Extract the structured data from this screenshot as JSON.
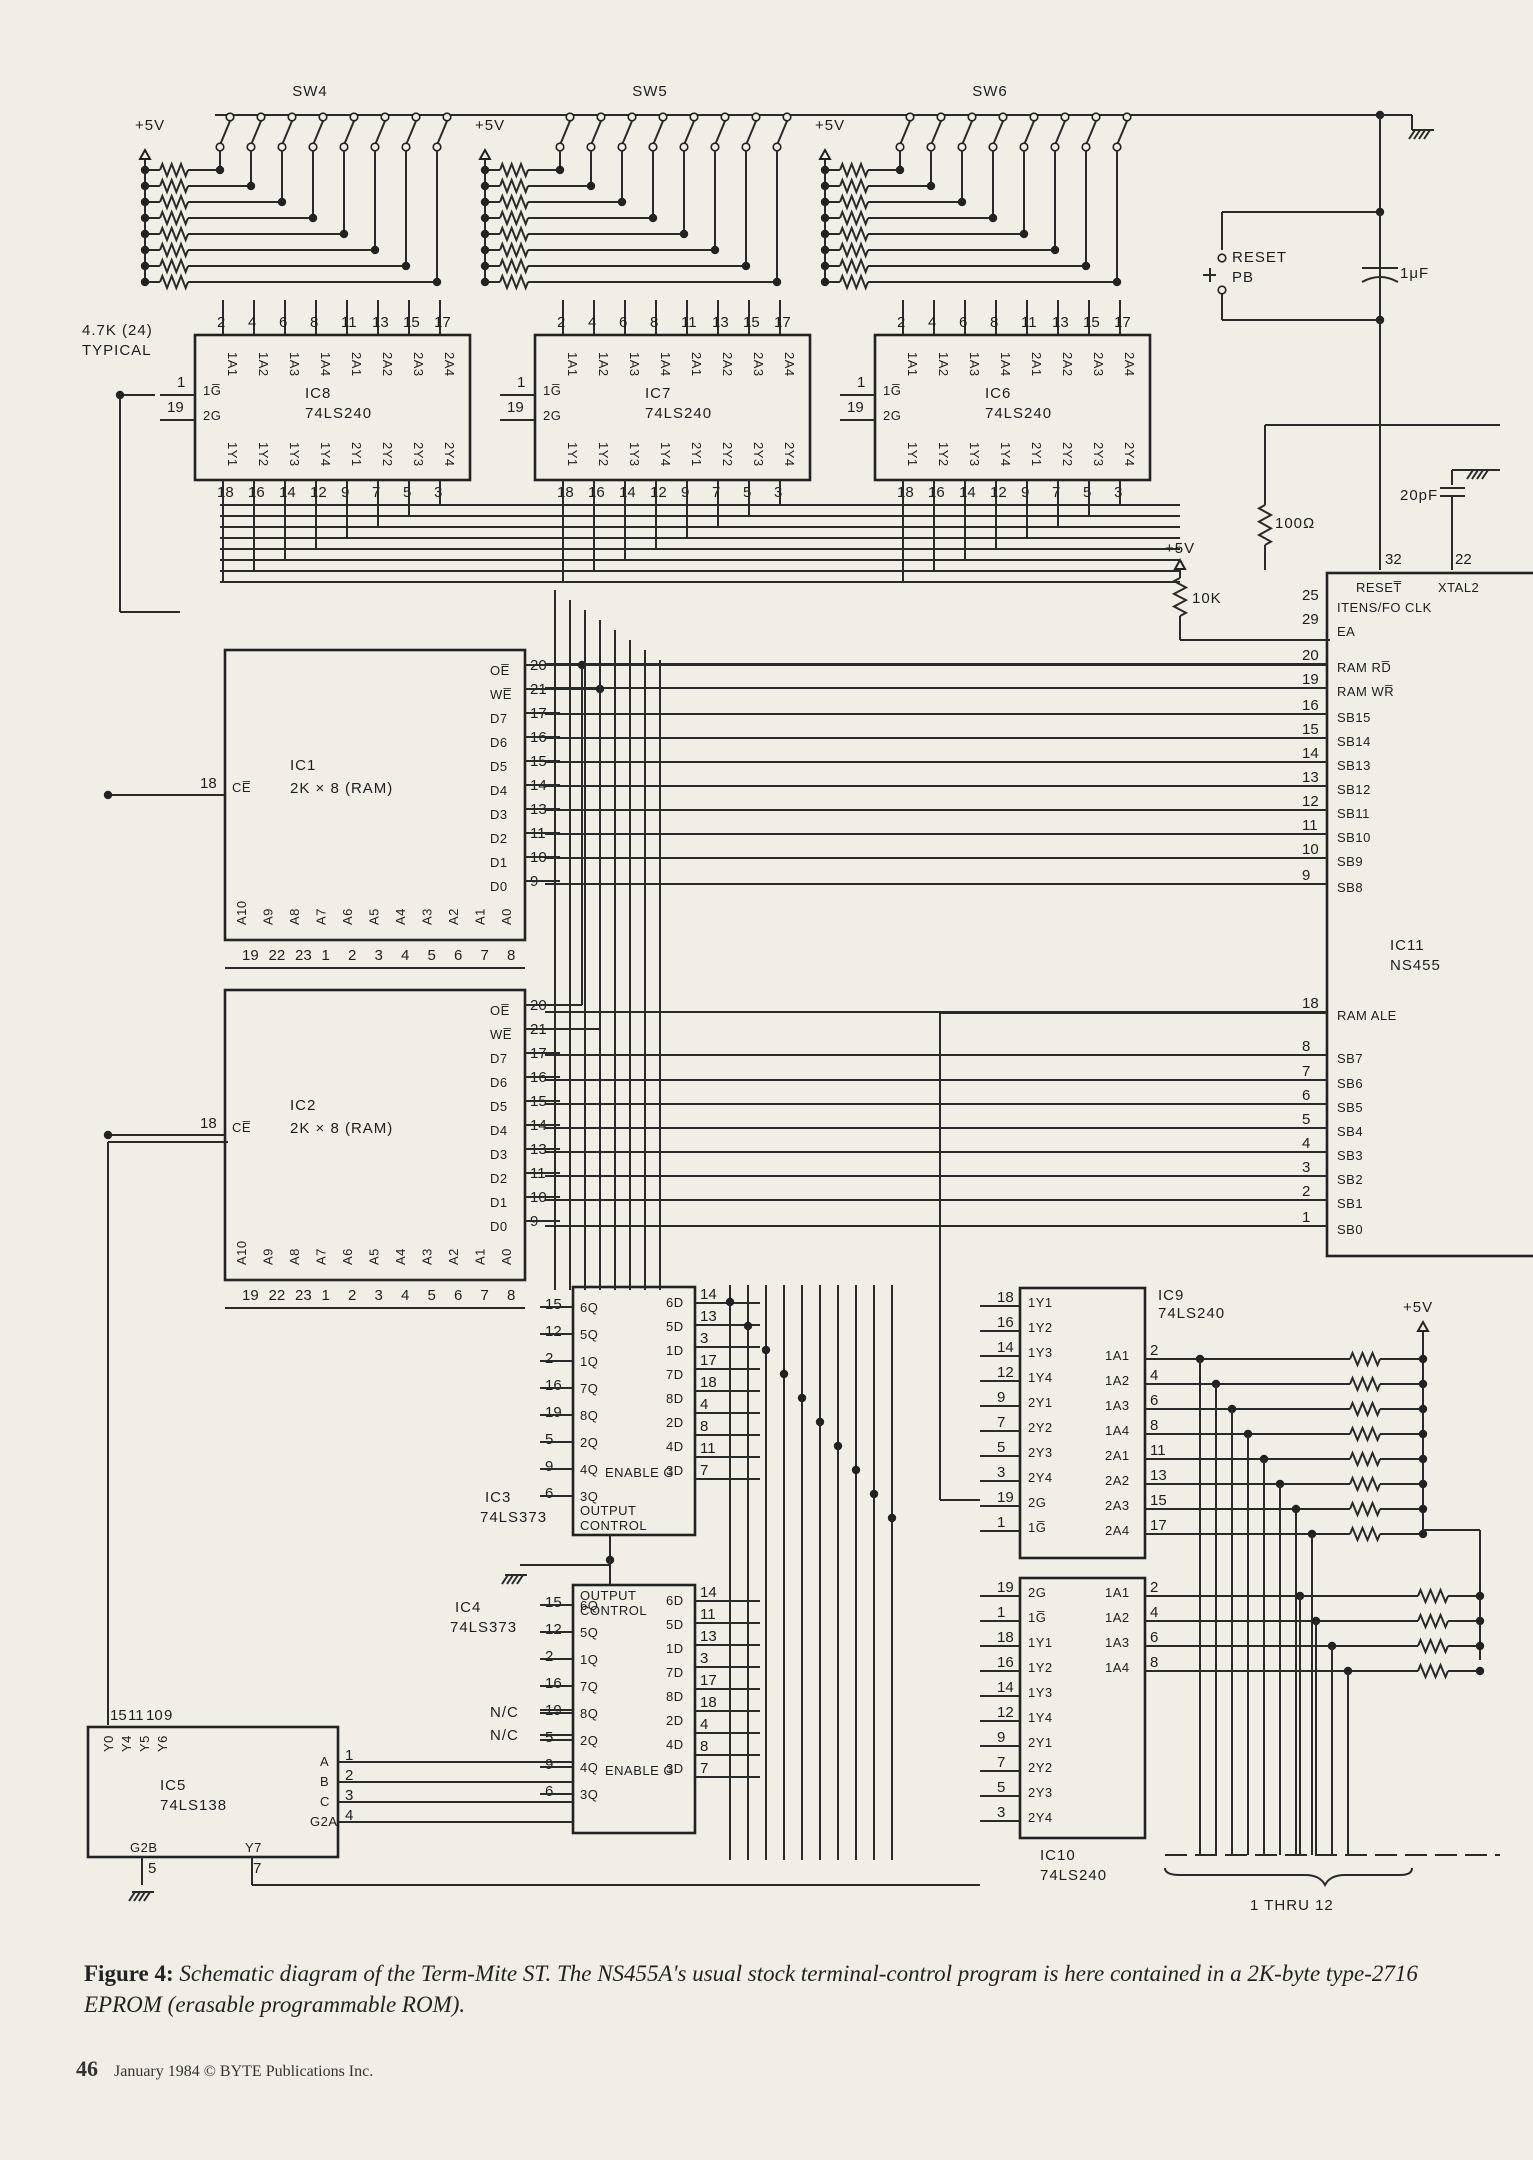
{
  "switches": [
    "SW4",
    "SW5",
    "SW6"
  ],
  "supply": "+5V",
  "resistor_note": [
    "4.7K (24)",
    "TYPICAL"
  ],
  "reset": [
    "RESET",
    "PB"
  ],
  "cap_reset": "1μF",
  "r100": "100Ω",
  "r10k": "10K",
  "cap20": "20pF",
  "ics": {
    "ic8": {
      "name": "IC8",
      "part": "74LS240"
    },
    "ic7": {
      "name": "IC7",
      "part": "74LS240"
    },
    "ic6": {
      "name": "IC6",
      "part": "74LS240"
    },
    "ic1": {
      "name": "IC1",
      "part": "2K × 8 (RAM)"
    },
    "ic2": {
      "name": "IC2",
      "part": "2K × 8 (RAM)"
    },
    "ic3": {
      "name": "IC3",
      "part": "74LS373"
    },
    "ic4": {
      "name": "IC4",
      "part": "74LS373"
    },
    "ic5": {
      "name": "IC5",
      "part": "74LS138"
    },
    "ic9": {
      "name": "IC9",
      "part": "74LS240"
    },
    "ic10": {
      "name": "IC10",
      "part": "74LS240"
    },
    "ic11": {
      "name": "IC11",
      "part": "NS455"
    }
  },
  "buf_top_pins": [
    "1A1",
    "1A2",
    "1A3",
    "1A4",
    "2A1",
    "2A2",
    "2A3",
    "2A4"
  ],
  "buf_bot_pins": [
    "1Y1",
    "1Y2",
    "1Y3",
    "1Y4",
    "2Y1",
    "2Y2",
    "2Y3",
    "2Y4"
  ],
  "buf_top_nums": [
    "2",
    "4",
    "6",
    "8",
    "11",
    "13",
    "15",
    "17"
  ],
  "buf_bot_nums": [
    "18",
    "16",
    "14",
    "12",
    "9",
    "7",
    "5",
    "3"
  ],
  "buf_enable": [
    "1G̅",
    "2G"
  ],
  "ram_right_pins": [
    "OE̅",
    "WE̅",
    "D7",
    "D6",
    "D5",
    "D4",
    "D3",
    "D2",
    "D1",
    "D0"
  ],
  "ram_right_nums": [
    "20",
    "21",
    "17",
    "16",
    "15",
    "14",
    "13",
    "11",
    "10",
    "9"
  ],
  "ram_addr": [
    "A10",
    "A9",
    "A8",
    "A7",
    "A6",
    "A5",
    "A4",
    "A3",
    "A2",
    "A1",
    "A0"
  ],
  "ram_addr_nums": [
    "19",
    "22",
    "23",
    "1",
    "2",
    "3",
    "4",
    "5",
    "6",
    "7",
    "8"
  ],
  "ram_ce": [
    "18",
    "CE̅"
  ],
  "ic11_pins": [
    [
      "32",
      "RESET̅"
    ],
    [
      "22",
      "XTAL2"
    ],
    [
      "25",
      "ITENS/FO CLK"
    ],
    [
      "29",
      "EA"
    ],
    [
      "20",
      "RAM RD̅"
    ],
    [
      "19",
      "RAM WR̅"
    ],
    [
      "16",
      "SB15"
    ],
    [
      "15",
      "SB14"
    ],
    [
      "14",
      "SB13"
    ],
    [
      "13",
      "SB12"
    ],
    [
      "12",
      "SB11"
    ],
    [
      "11",
      "SB10"
    ],
    [
      "10",
      "SB9"
    ],
    [
      "9",
      "SB8"
    ],
    [
      "18",
      "RAM ALE"
    ],
    [
      "8",
      "SB7"
    ],
    [
      "7",
      "SB6"
    ],
    [
      "6",
      "SB5"
    ],
    [
      "5",
      "SB4"
    ],
    [
      "4",
      "SB3"
    ],
    [
      "3",
      "SB2"
    ],
    [
      "2",
      "SB1"
    ],
    [
      "1",
      "SB0"
    ]
  ],
  "latch_left_pins": [
    "6Q",
    "5Q",
    "1Q",
    "7Q",
    "8Q",
    "2Q",
    "4Q",
    "3Q"
  ],
  "latch_right_pins": [
    "6D",
    "5D",
    "1D",
    "7D",
    "8D",
    "2D",
    "4D",
    "3D"
  ],
  "ic3_left_nums": [
    "15",
    "12",
    "2",
    "16",
    "19",
    "5",
    "9",
    "6"
  ],
  "ic3_right_nums": [
    "14",
    "13",
    "3",
    "17",
    "18",
    "4",
    "8",
    "11",
    "7"
  ],
  "ic4_left_nums": [
    "15",
    "12",
    "2",
    "16",
    "19",
    "5",
    "9",
    "6"
  ],
  "ic4_right_nums": [
    "14",
    "11",
    "13",
    "3",
    "17",
    "18",
    "4",
    "8",
    "7"
  ],
  "latch_ctrl": [
    "ENABLE G",
    "OUTPUT",
    "CONTROL"
  ],
  "nc": "N/C",
  "ic5_top": [
    "Y0",
    "Y4",
    "Y5",
    "Y6"
  ],
  "ic5_top_nums": [
    "15",
    "11",
    "10",
    "9"
  ],
  "ic5_right": [
    "A",
    "B",
    "C",
    "G2A"
  ],
  "ic5_right_nums": [
    "1",
    "2",
    "3",
    "4"
  ],
  "ic5_bottom": [
    "G2B",
    "Y7"
  ],
  "ic5_bottom_nums": [
    "5",
    "7"
  ],
  "ic9_left": [
    "1Y1",
    "1Y2",
    "1Y3",
    "1Y4",
    "2Y1",
    "2Y2",
    "2Y3",
    "2Y4",
    "2G",
    "1G̅"
  ],
  "ic9_left_nums": [
    "18",
    "16",
    "14",
    "12",
    "9",
    "7",
    "5",
    "3",
    "19",
    "1"
  ],
  "ic9_right": [
    "1A1",
    "1A2",
    "1A3",
    "1A4",
    "2A1",
    "2A2",
    "2A3",
    "2A4"
  ],
  "ic9_right_nums": [
    "2",
    "4",
    "6",
    "8",
    "11",
    "13",
    "15",
    "17"
  ],
  "ic10_left": [
    "2G",
    "1G̅",
    "1Y1",
    "1Y2",
    "1Y3",
    "1Y4",
    "2Y1",
    "2Y2",
    "2Y3",
    "2Y4"
  ],
  "ic10_left_nums": [
    "19",
    "1",
    "18",
    "16",
    "14",
    "12",
    "9",
    "7",
    "5",
    "3"
  ],
  "ic10_right": [
    "1A1",
    "1A2",
    "1A3",
    "1A4"
  ],
  "ic10_right_nums": [
    "2",
    "4",
    "6",
    "8"
  ],
  "keyboard_label": "1 THRU 12",
  "caption_bold": "Figure 4:",
  "caption_text": "Schematic diagram of the Term-Mite ST. The NS455A's usual stock terminal-control program is here contained in a 2K-byte type-2716 EPROM (erasable programmable ROM).",
  "footer_page": "46",
  "footer_text": "January 1984 © BYTE Publications Inc."
}
